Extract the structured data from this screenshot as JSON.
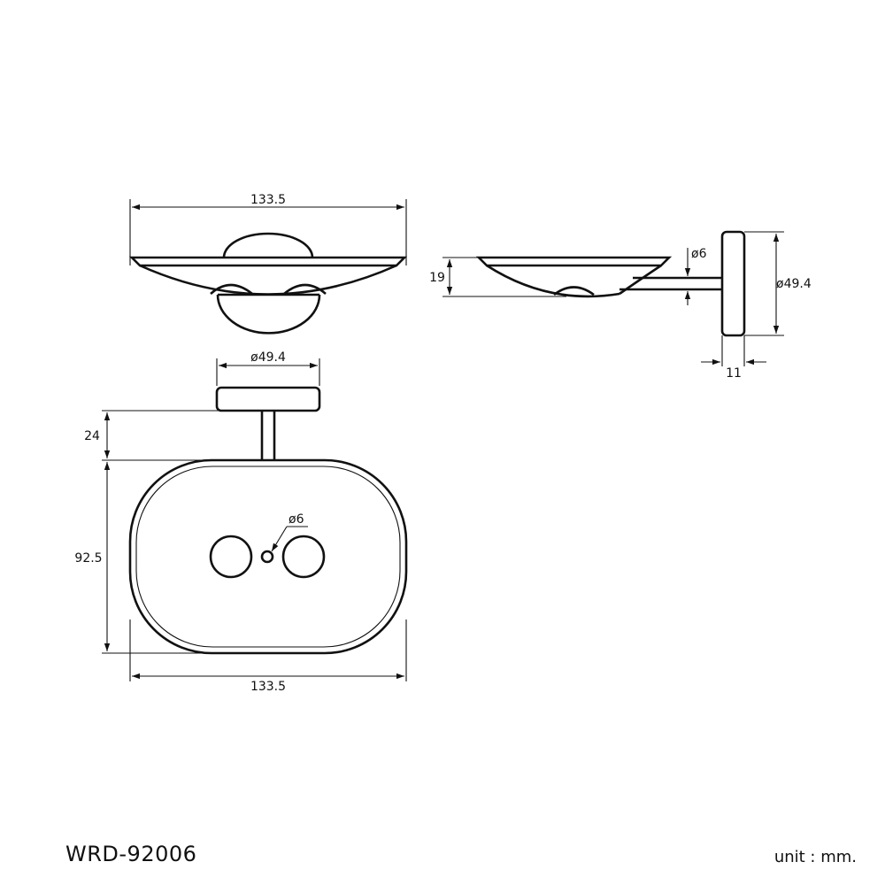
{
  "model": "WRD-92006",
  "unit_label": "unit : mm.",
  "dimensions": {
    "front_width": "133.5",
    "side_height": "19",
    "side_rod_dia": "ø6",
    "side_plate_dia": "ø49.4",
    "side_plate_depth": "11",
    "top_plate_dia": "ø49.4",
    "top_arm_length": "24",
    "top_depth": "92.5",
    "top_hole_dia": "ø6",
    "top_width": "133.5"
  }
}
